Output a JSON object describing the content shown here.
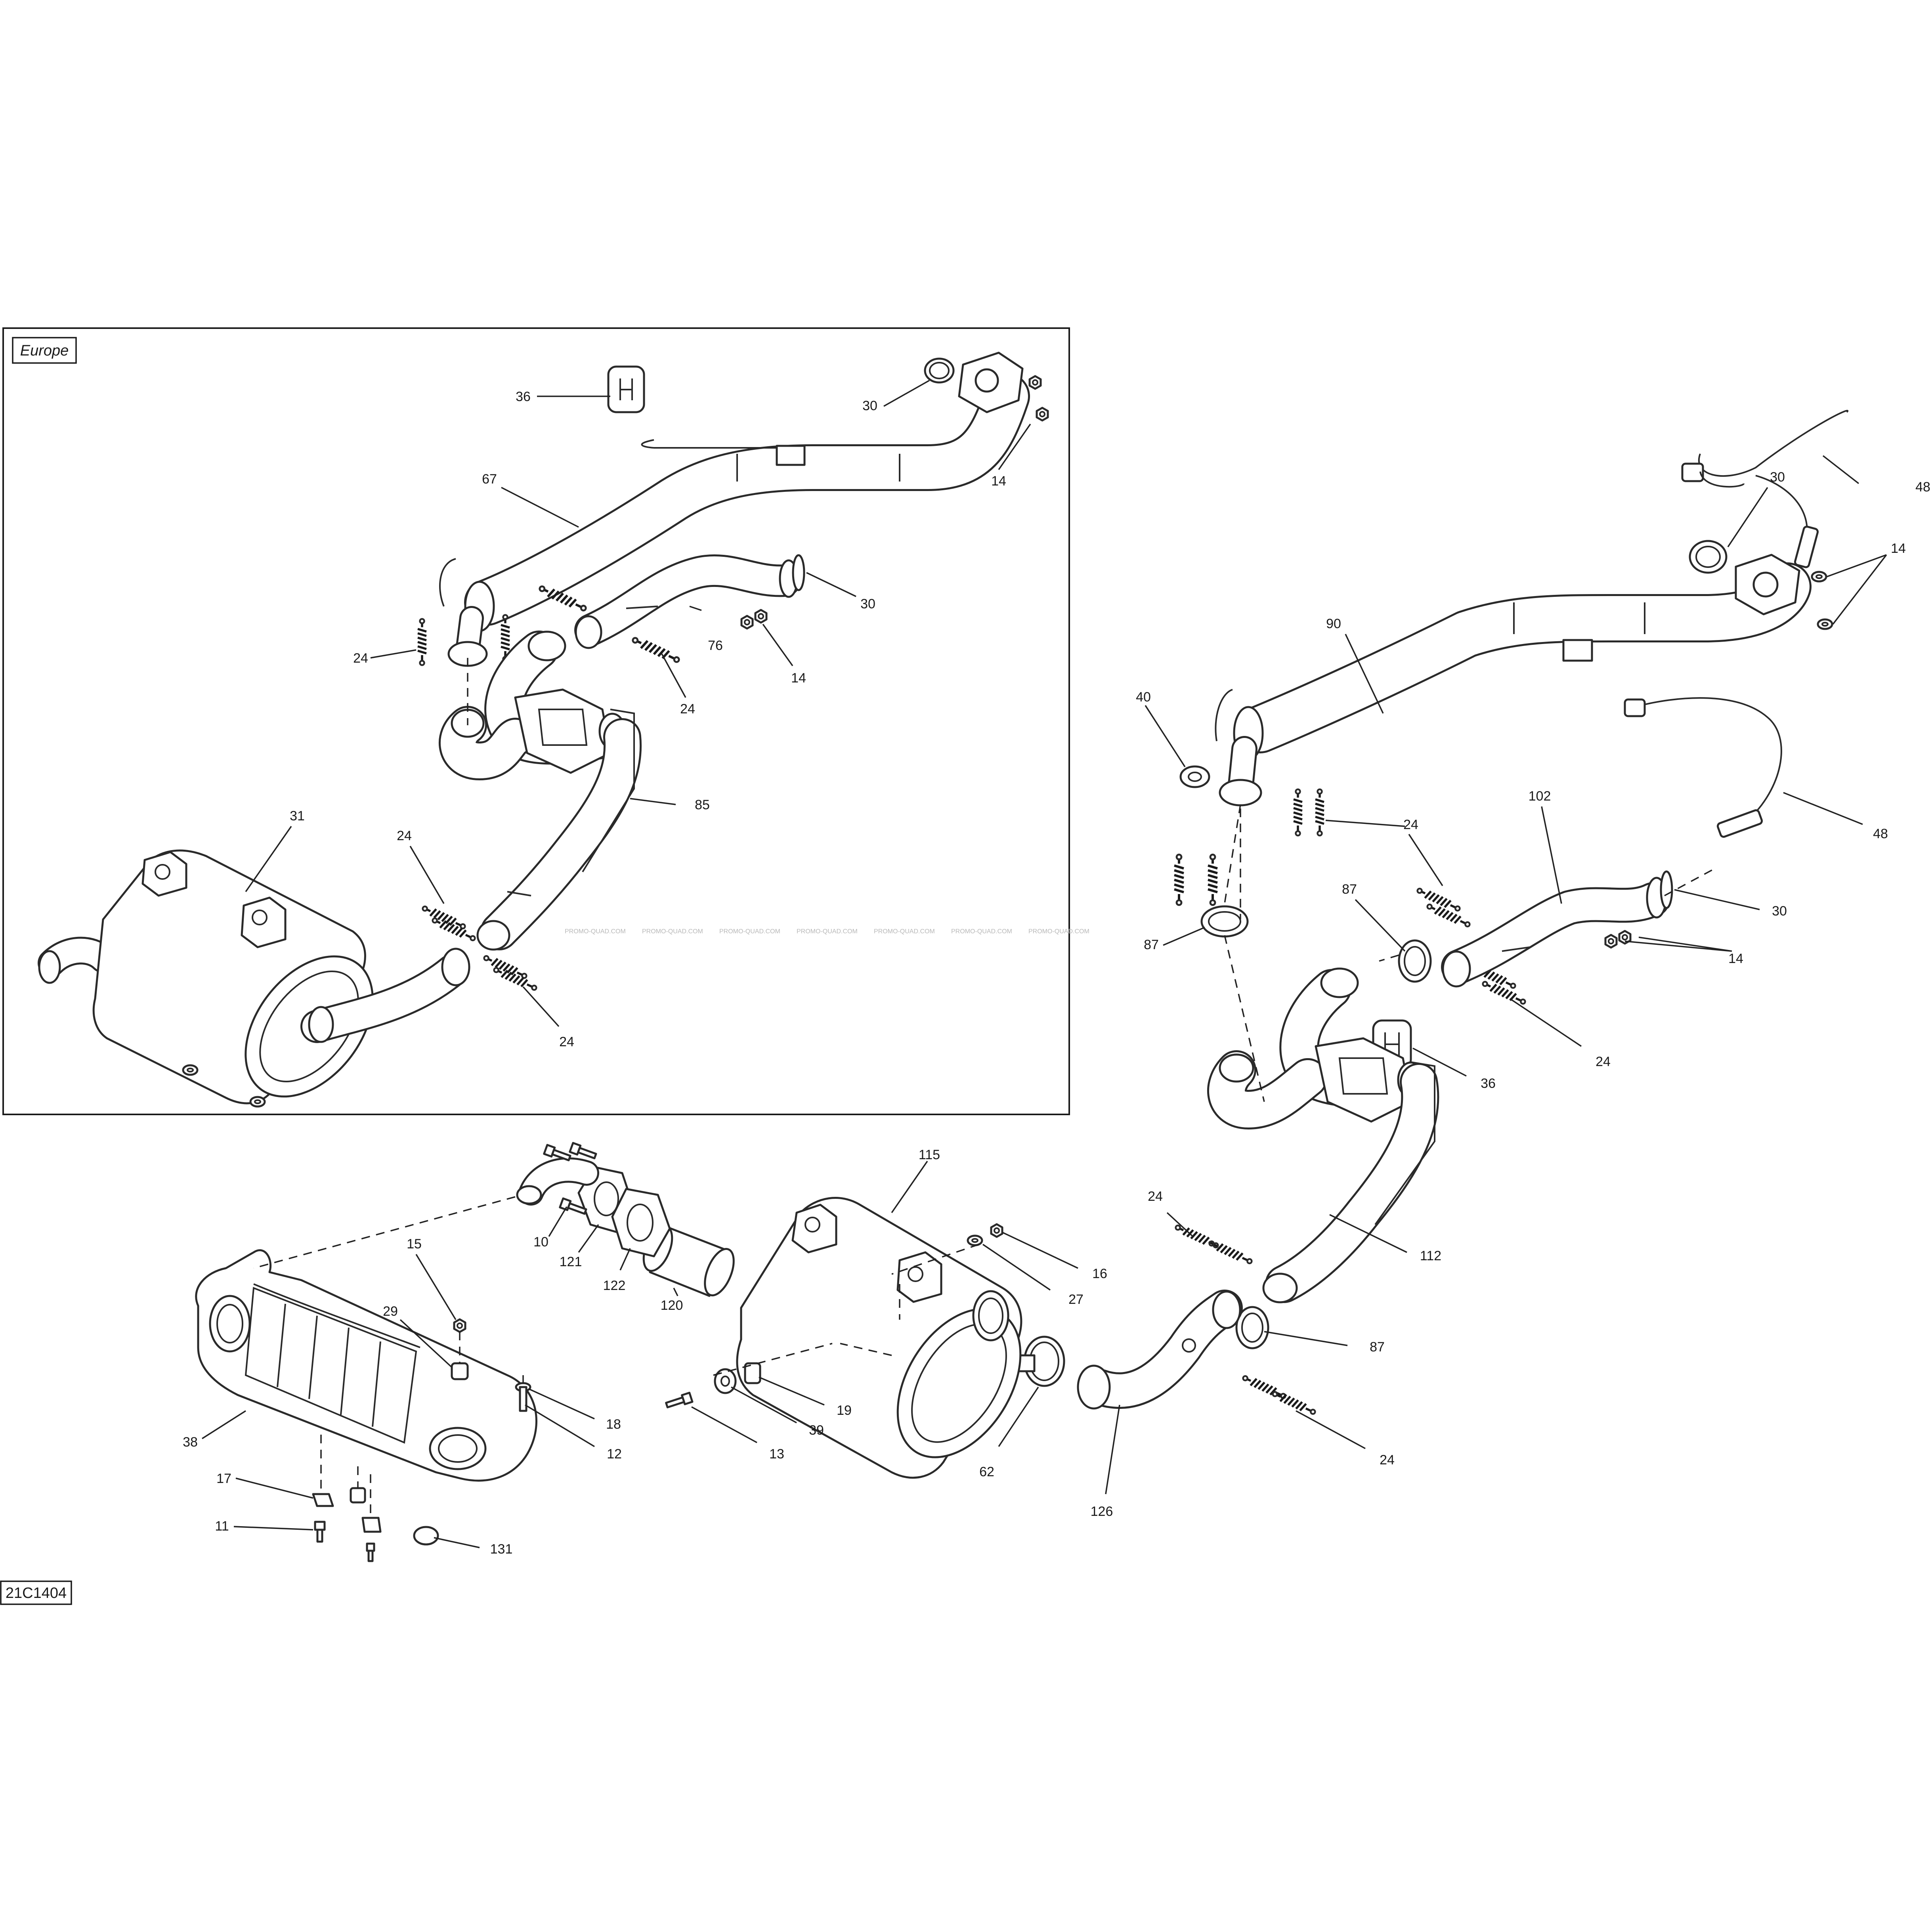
{
  "diagram": {
    "region_label": "Europe",
    "figure_code": "21C1404",
    "watermark": "PROMO-QUAD.COM",
    "callouts": {
      "c36a": "36",
      "c30a": "30",
      "c14a": "14",
      "c67": "67",
      "c30b": "30",
      "c24a": "24",
      "c76": "76",
      "c14b": "14",
      "c24b": "24",
      "c85": "85",
      "c31": "31",
      "c24c": "24",
      "c24d": "24",
      "c48a": "48",
      "c30c": "30",
      "c14c": "14",
      "c90": "90",
      "c40": "40",
      "c48b": "48",
      "c102": "102",
      "c24e": "24",
      "c87a": "87",
      "c87b": "87",
      "c30d": "30",
      "c14d": "14",
      "c36b": "36",
      "c24f": "24",
      "c115": "115",
      "c16": "16",
      "c27": "27",
      "c10": "10",
      "c121": "121",
      "c122": "122",
      "c120": "120",
      "c15": "15",
      "c29": "29",
      "c18": "18",
      "c12": "12",
      "c38": "38",
      "c19": "19",
      "c39": "39",
      "c13": "13",
      "c62": "62",
      "c24g": "24",
      "c112": "112",
      "c87c": "87",
      "c24h": "24",
      "c126": "126",
      "c17": "17",
      "c11": "11",
      "c131": "131"
    }
  }
}
